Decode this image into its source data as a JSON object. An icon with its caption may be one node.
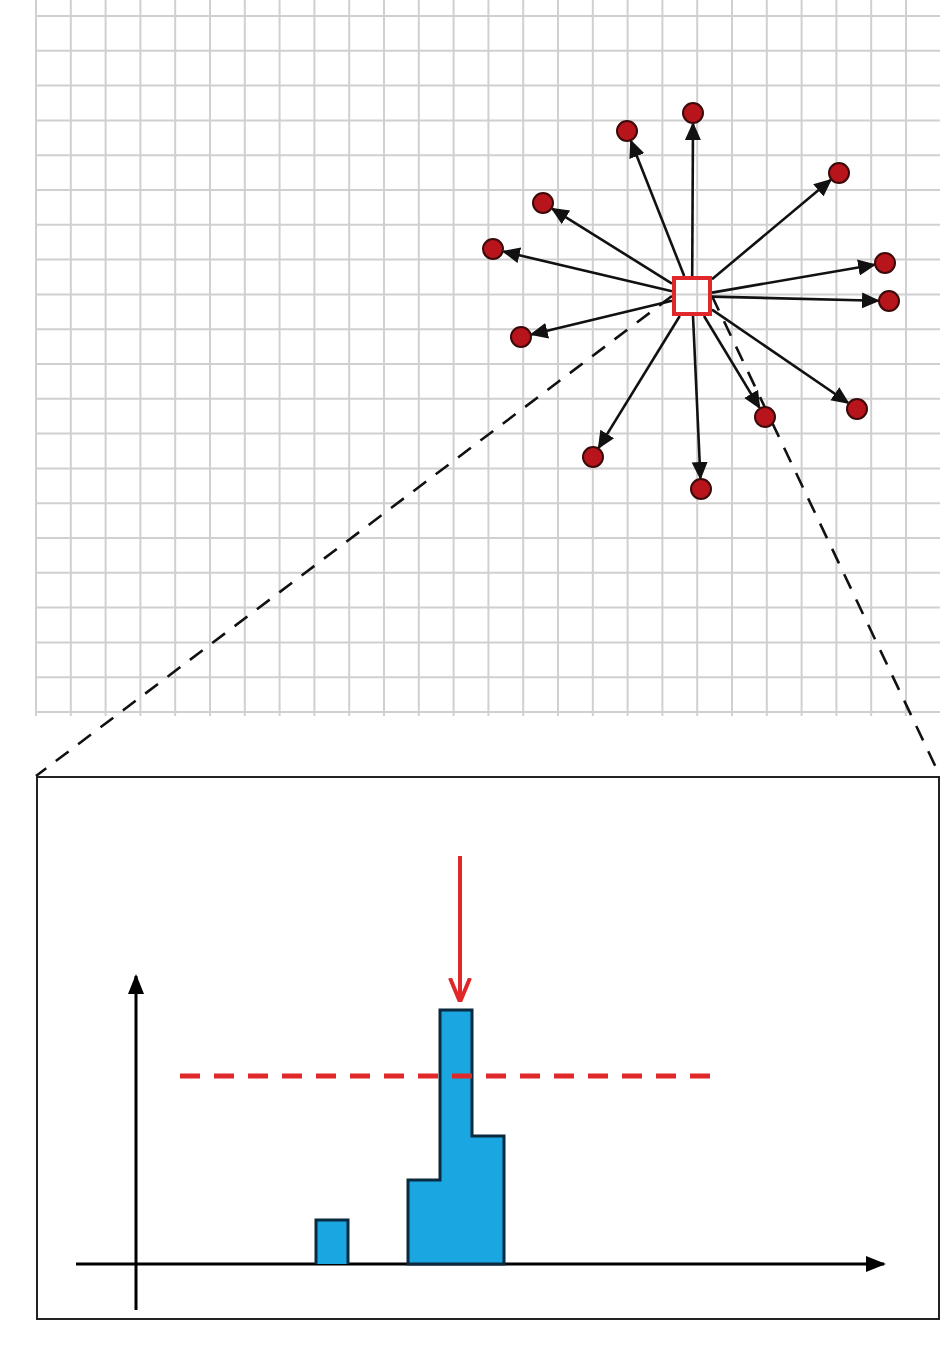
{
  "diagram": {
    "nodes": [
      {
        "text": [],
        "shape": "box"
      },
      {
        "text": [],
        "shape": "circle"
      },
      {
        "text": [],
        "shape": "circle"
      },
      {
        "text": [],
        "shape": "circle"
      },
      {
        "text": [],
        "shape": "circle"
      },
      {
        "text": [],
        "shape": "circle"
      },
      {
        "text": [],
        "shape": "circle"
      },
      {
        "text": [],
        "shape": "circle"
      },
      {
        "text": [],
        "shape": "circle"
      },
      {
        "text": [],
        "shape": "circle"
      },
      {
        "text": [],
        "shape": "circle"
      },
      {
        "text": [],
        "shape": "circle"
      },
      {
        "text": [],
        "shape": "circle"
      },
      {
        "text": [],
        "shape": "box"
      }
    ],
    "edges": [
      {
        "from": 0,
        "to": 1,
        "arrow": "to"
      },
      {
        "from": 0,
        "to": 2,
        "arrow": "to"
      },
      {
        "from": 0,
        "to": 3,
        "arrow": "to"
      },
      {
        "from": 0,
        "to": 4,
        "arrow": "to"
      },
      {
        "from": 0,
        "to": 5,
        "arrow": "to"
      },
      {
        "from": 0,
        "to": 6,
        "arrow": "to"
      },
      {
        "from": 0,
        "to": 7,
        "arrow": "to"
      },
      {
        "from": 0,
        "to": 8,
        "arrow": "to"
      },
      {
        "from": 0,
        "to": 9,
        "arrow": "to"
      },
      {
        "from": 0,
        "to": 10,
        "arrow": "to"
      },
      {
        "from": 0,
        "to": 11,
        "arrow": "to"
      },
      {
        "from": 0,
        "to": 12,
        "arrow": "to"
      },
      {
        "from": 0,
        "to": 13,
        "arrow": "none",
        "style": "dashed"
      },
      {
        "from": 0,
        "to": 13,
        "arrow": "none",
        "style": "dashed"
      }
    ]
  }
}
